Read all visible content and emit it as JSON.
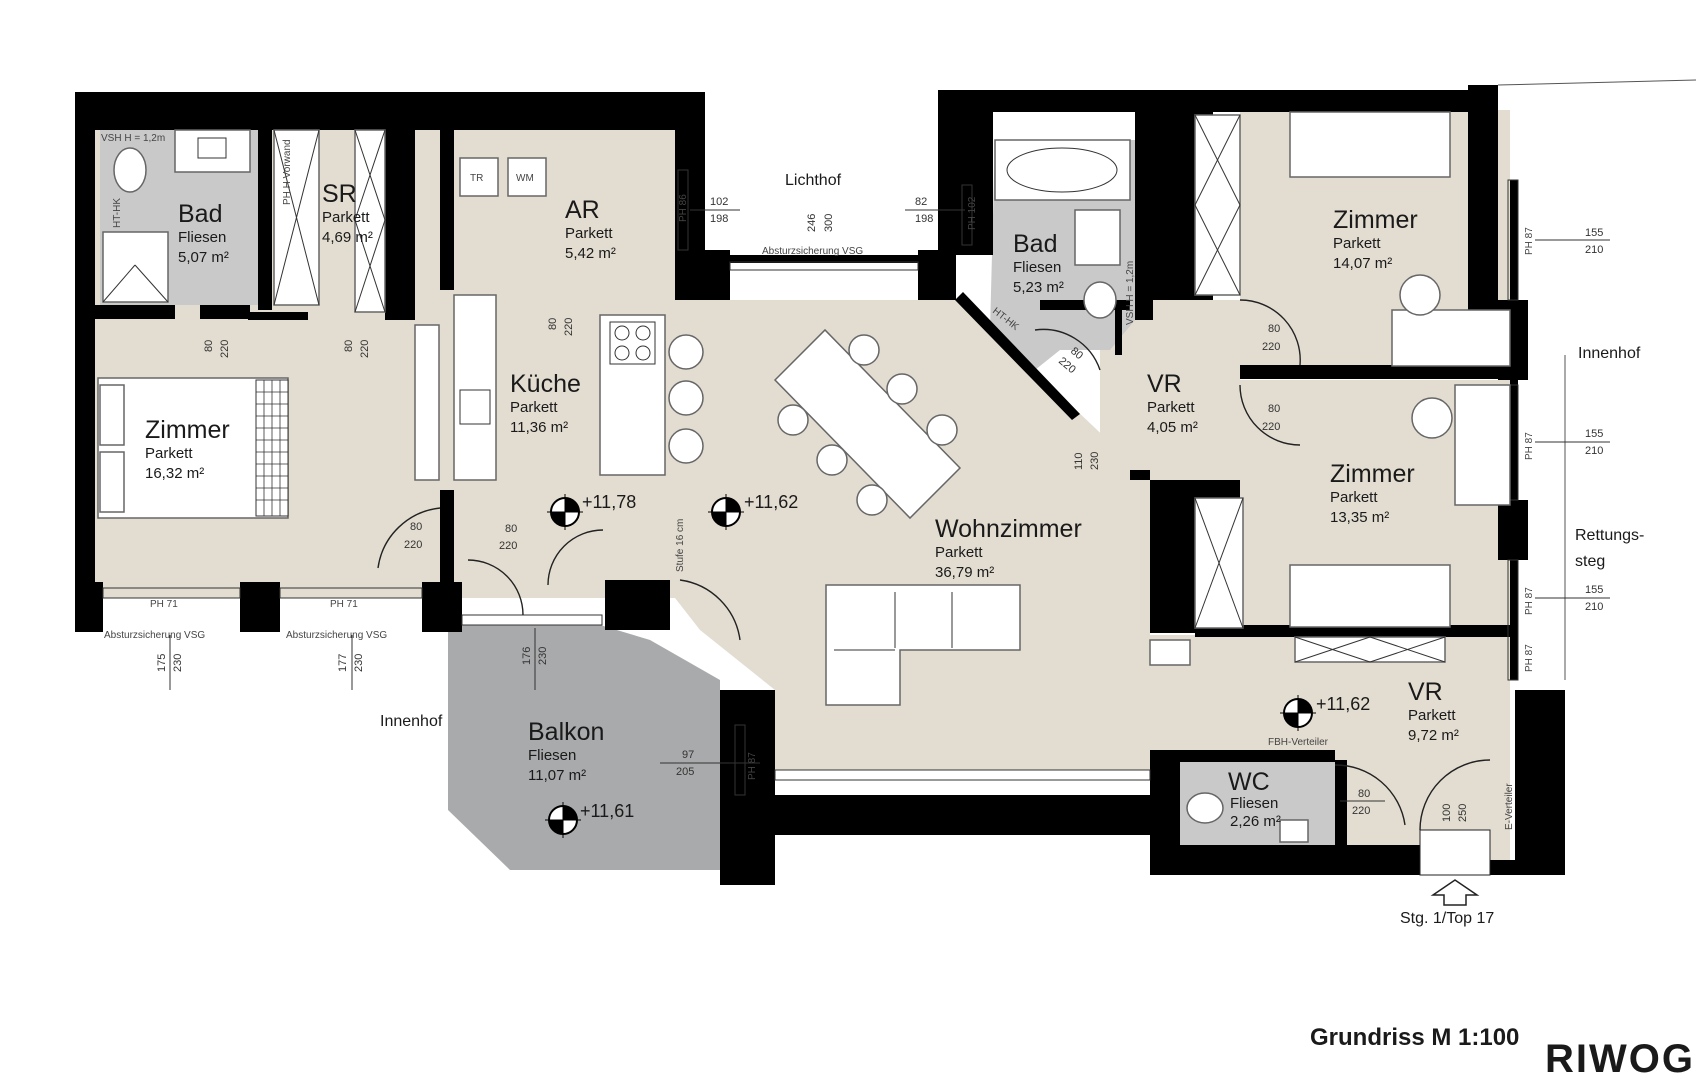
{
  "rooms": {
    "bad1": {
      "name": "Bad",
      "floor": "Fliesen",
      "area": "5,07 m²"
    },
    "sr": {
      "name": "SR",
      "floor": "Parkett",
      "area": "4,69 m²"
    },
    "ar": {
      "name": "AR",
      "floor": "Parkett",
      "area": "5,42 m²"
    },
    "zimmer1": {
      "name": "Zimmer",
      "floor": "Parkett",
      "area": "16,32 m²"
    },
    "kueche": {
      "name": "Küche",
      "floor": "Parkett",
      "area": "11,36 m²"
    },
    "bad2": {
      "name": "Bad",
      "floor": "Fliesen",
      "area": "5,23 m²"
    },
    "zimmer2": {
      "name": "Zimmer",
      "floor": "Parkett",
      "area": "14,07 m²"
    },
    "vr1": {
      "name": "VR",
      "floor": "Parkett",
      "area": "4,05 m²"
    },
    "zimmer3": {
      "name": "Zimmer",
      "floor": "Parkett",
      "area": "13,35 m²"
    },
    "wohnzimmer": {
      "name": "Wohnzimmer",
      "floor": "Parkett",
      "area": "36,79 m²"
    },
    "balkon": {
      "name": "Balkon",
      "floor": "Fliesen",
      "area": "11,07 m²"
    },
    "vr2": {
      "name": "VR",
      "floor": "Parkett",
      "area": "9,72 m²"
    },
    "wc": {
      "name": "WC",
      "floor": "Fliesen",
      "area": "2,26 m²"
    }
  },
  "levels": {
    "kueche": "+11,78",
    "wohn": "+11,62",
    "vr": "+11,62",
    "balkon": "+11,61"
  },
  "labels": {
    "lichthof": "Lichthof",
    "innenhof_left": "Innenhof",
    "innenhof_right": "Innenhof",
    "rettung1": "Rettungs-",
    "rettung2": "steg",
    "entrance": "Stg. 1/Top 17",
    "stufe": "Stufe 16 cm",
    "fbh": "FBH-Verteiler",
    "everteiler": "E-Verteiler",
    "tr": "TR",
    "wm": "WM",
    "absturz1": "Absturzsicherung VSG",
    "absturz2": "Absturzsicherung VSG",
    "absturz3": "Absturzsicherung VSG",
    "vsh_bad1": "VSH H = 1,2m",
    "vsh_bad2": "VSH H = 1,2m",
    "ht_hk1": "HT-HK",
    "ht_hk2": "HT-HK",
    "ph71a": "PH 71",
    "ph71b": "PH 71",
    "ph87a": "PH 87",
    "ph87b": "PH 87",
    "ph87c": "PH 87",
    "ph87d": "PH 87",
    "ph87e": "PH 87",
    "ph102": "PH 102",
    "ph86": "PH 86",
    "ph_vorw": "PH H Vorwand"
  },
  "dims": {
    "d102_198_top": "102",
    "d102_198_bot": "198",
    "d82_198_top": "82",
    "d82_198_bot": "198",
    "d246_300_a": "246",
    "d246_300_b": "300",
    "d155_210a_top": "155",
    "d155_210a_bot": "210",
    "d155_210b_top": "155",
    "d155_210b_bot": "210",
    "d155_210c_top": "155",
    "d155_210c_bot": "210",
    "d80_220_a_top": "80",
    "d80_220_a_bot": "220",
    "d80_220_b_top": "80",
    "d80_220_b_bot": "220",
    "d80_220_c_top": "80",
    "d80_220_c_bot": "220",
    "d80_220_d_top": "80",
    "d80_220_d_bot": "220",
    "d80_220_e_top": "80",
    "d80_220_e_bot": "220",
    "d80_220_f_top": "80",
    "d80_220_f_bot": "220",
    "d80_220_g_top": "80",
    "d80_220_g_bot": "220",
    "d80_220_h_top": "80",
    "d80_220_h_bot": "220",
    "d80_220_i_top": "80",
    "d80_220_i_bot": "220",
    "d110_230_top": "110",
    "d110_230_bot": "230",
    "d175_230_top": "175",
    "d175_230_bot": "230",
    "d177_230_top": "177",
    "d177_230_bot": "230",
    "d176_230_top": "176",
    "d176_230_bot": "230",
    "d97_205_top": "97",
    "d97_205_bot": "205",
    "d100_250_top": "100",
    "d100_250_bot": "250"
  },
  "footer": {
    "scale": "Grundriss M 1:100",
    "logo": "RIWOG"
  },
  "colors": {
    "living": "#e3ddd1",
    "bath": "#c9c9c9",
    "balcony": "#a9aaab",
    "wall": "#000000",
    "background": "#ffffff"
  }
}
